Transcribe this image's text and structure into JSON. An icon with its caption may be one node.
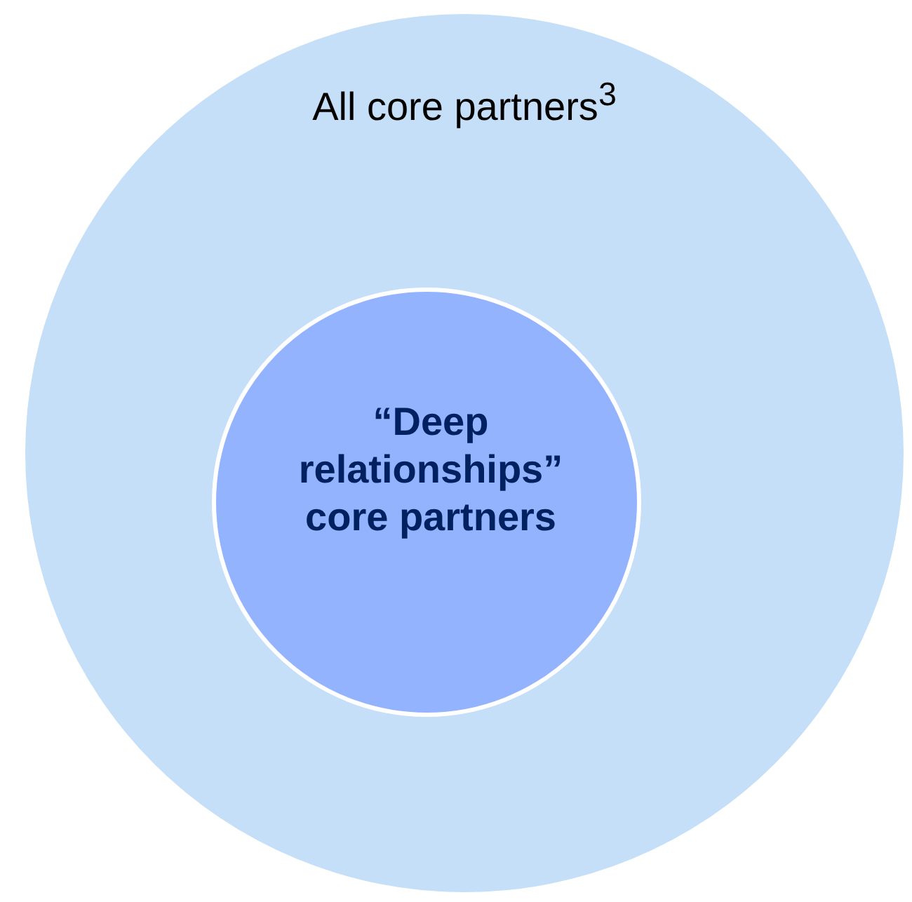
{
  "diagram": {
    "nodes": [
      {
        "text": [
          "All core partners$^{3}$"
        ]
      },
      {
        "text": [
          "“Deep relationships” core partners"
        ],
        "in": 0
      }
    ]
  }
}
